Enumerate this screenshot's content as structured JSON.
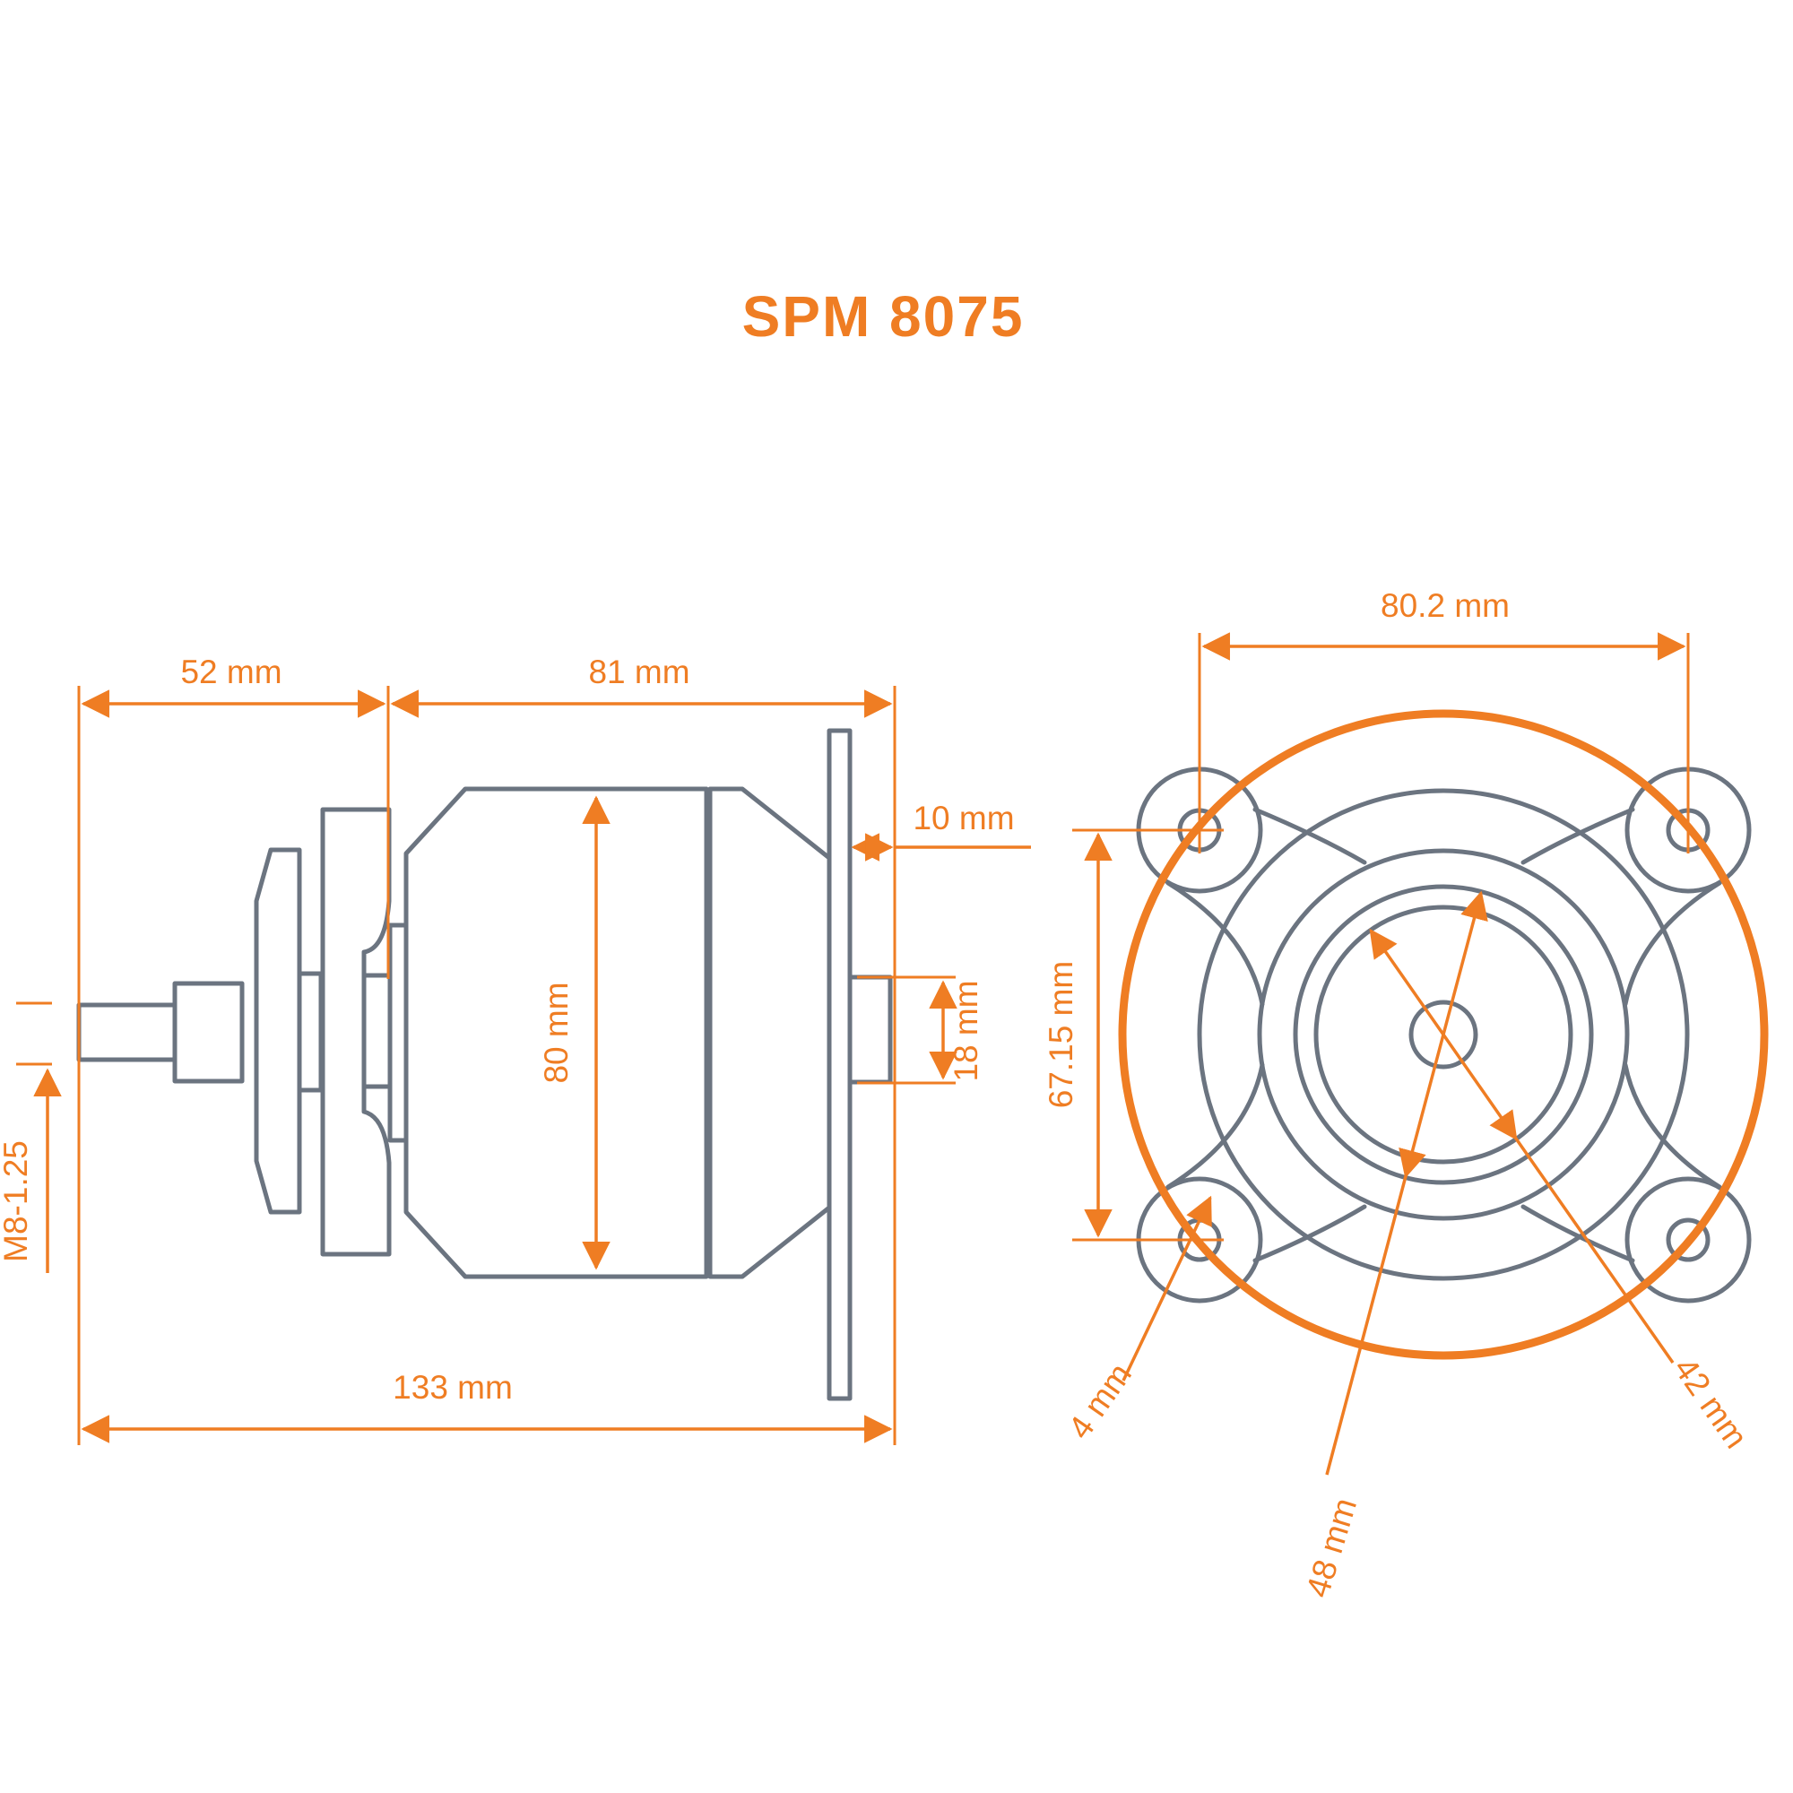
{
  "title": "SPM 8075",
  "colors": {
    "accent_orange": "#EF7D23",
    "drawing_gray": "#6B7480",
    "background": "#FFFFFF"
  },
  "side_view": {
    "description": "motor side profile with shaft and prop adapter",
    "dims": {
      "front_length": "52 mm",
      "can_length": "81 mm",
      "plate_thickness": "10 mm",
      "can_diameter": "80 mm",
      "rear_hub_length": "18 mm",
      "shaft_thread": "M8-1.25",
      "overall_length": "133 mm"
    }
  },
  "front_view": {
    "description": "motor rear face with x-mount plate",
    "dims": {
      "hole_spacing_x": "80.2 mm",
      "hole_spacing_y": "67.15 mm",
      "hole_diameter": "4 mm",
      "ring_outer_diameter": "48 mm",
      "ring_inner_diameter": "42 mm"
    }
  }
}
